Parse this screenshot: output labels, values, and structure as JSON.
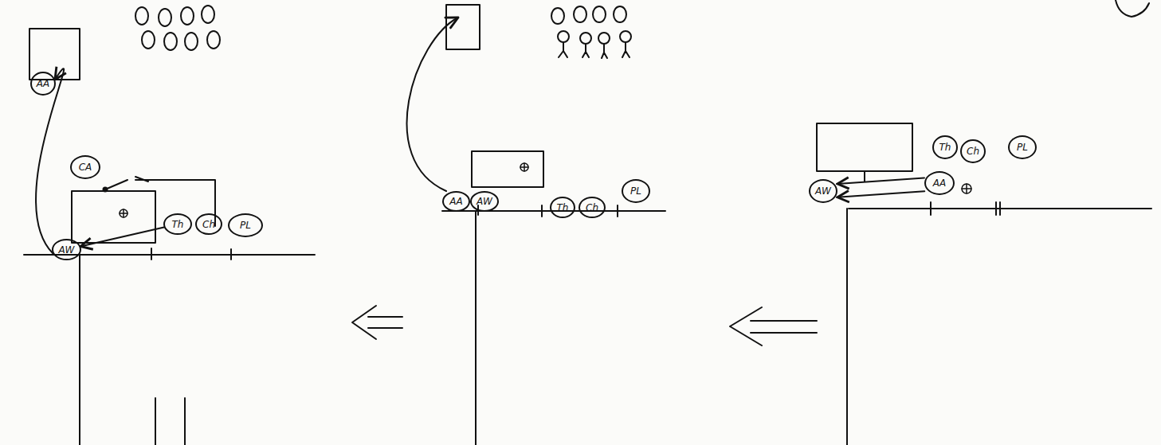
{
  "diagram": {
    "nodes": [
      {
        "text": [
          "AA"
        ]
      },
      {
        "text": [
          "CA"
        ]
      },
      {
        "text": [
          "AW"
        ]
      },
      {
        "text": [
          "Th"
        ]
      },
      {
        "text": [
          "Ch"
        ]
      },
      {
        "text": [
          "PL"
        ]
      },
      {
        "text": [
          "AA"
        ]
      },
      {
        "text": [
          "AW"
        ]
      },
      {
        "text": [
          "Th"
        ]
      },
      {
        "text": [
          "Ch"
        ]
      },
      {
        "text": [
          "PL"
        ]
      },
      {
        "text": [
          "AW"
        ]
      },
      {
        "text": [
          "Th"
        ]
      },
      {
        "text": [
          "Ch"
        ]
      },
      {
        "text": [
          "PL"
        ]
      },
      {
        "text": [
          "AA"
        ]
      }
    ],
    "edges": [
      {
        "from": 2,
        "to": 0,
        "arrow": "to"
      },
      {
        "from": 3,
        "to": 2,
        "arrow": "to"
      },
      {
        "from": 15,
        "to": 11,
        "arrow": "to"
      },
      {
        "from": 15,
        "to": 11,
        "arrow": "to"
      }
    ]
  }
}
